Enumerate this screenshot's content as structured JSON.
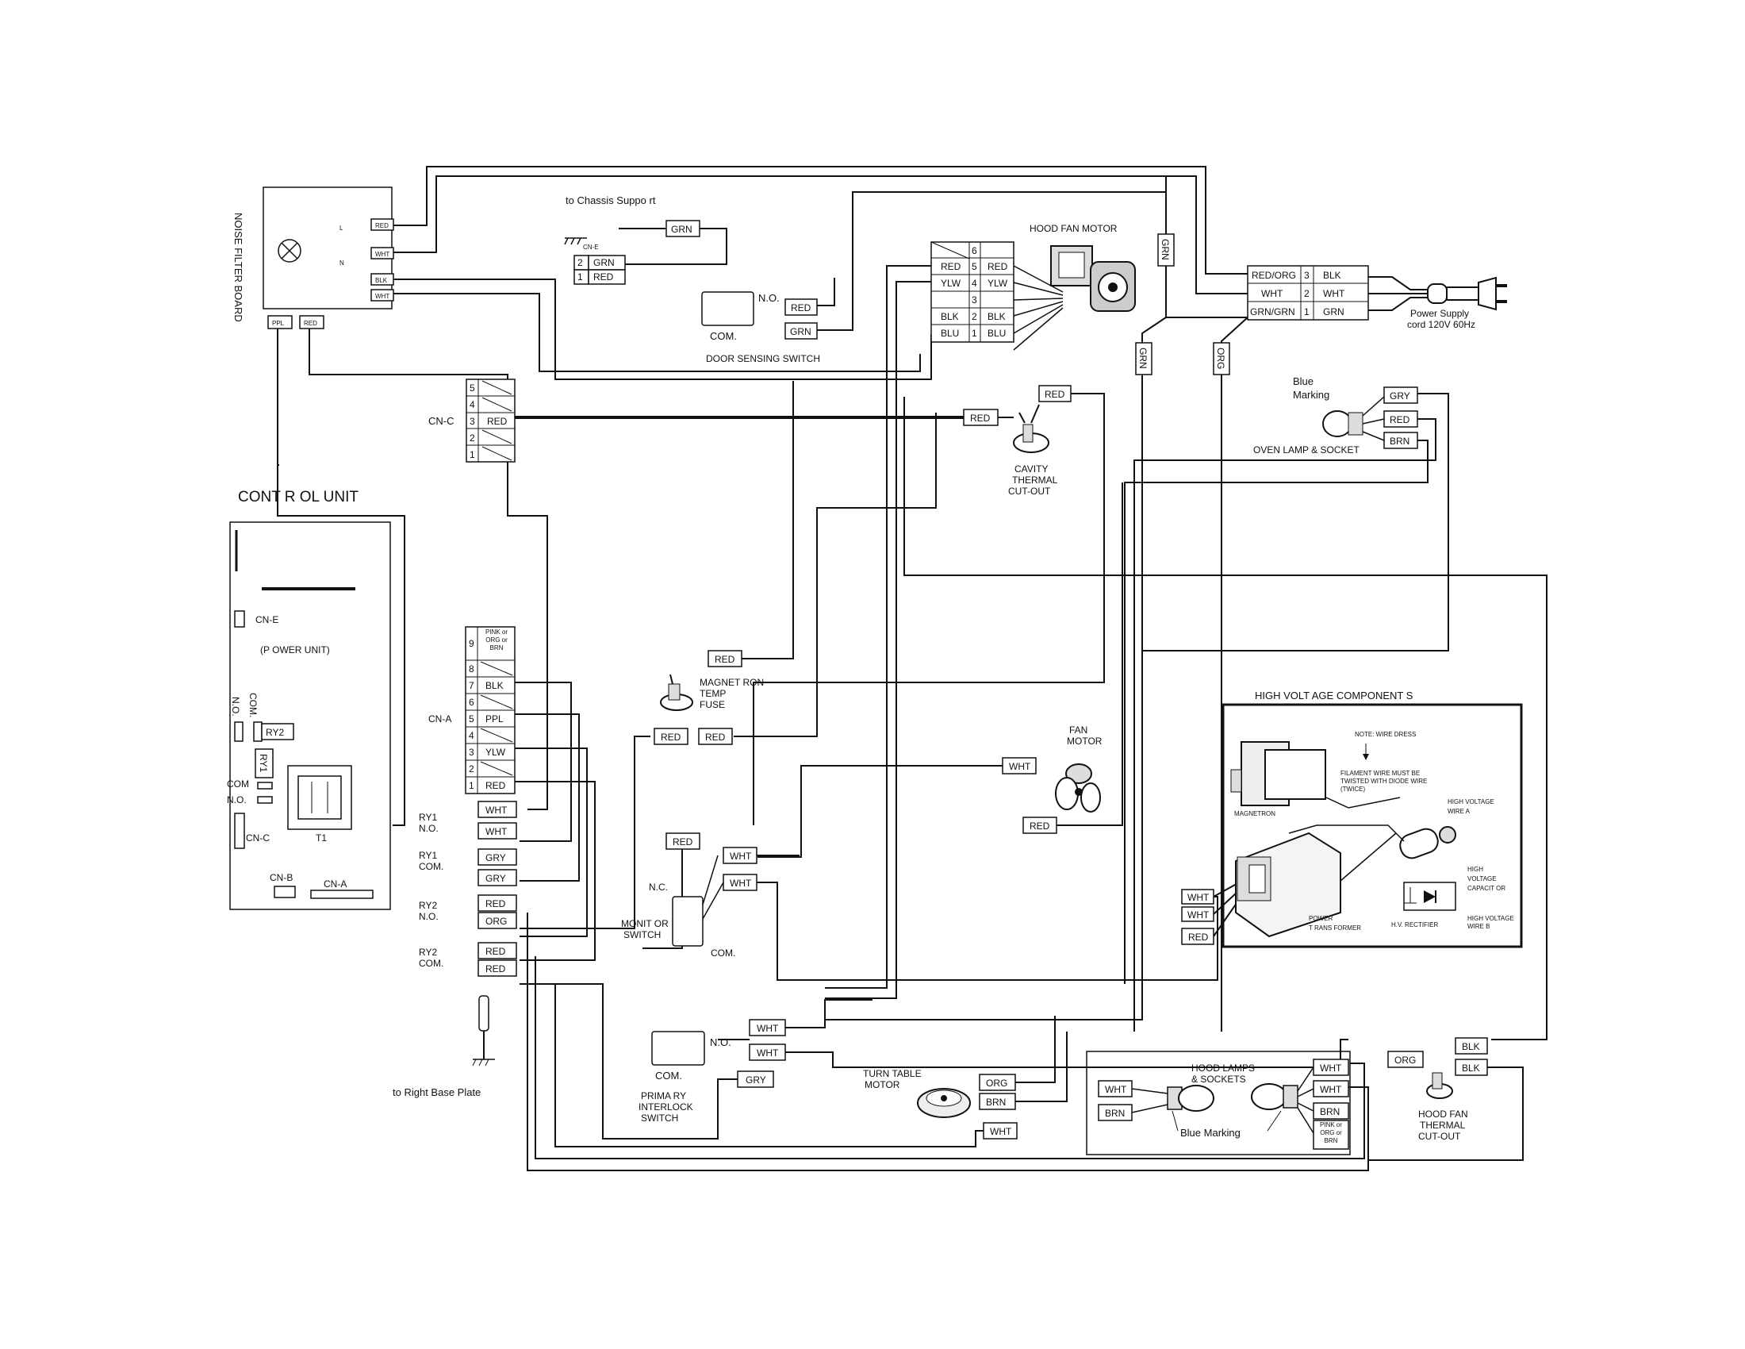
{
  "noise_filter_board": {
    "title": "NOISE FILTER BOARD",
    "pins": {
      "l": "L",
      "n": "N"
    },
    "wires": [
      "RED",
      "WHT",
      "BLK",
      "WHT"
    ],
    "bottom_tags": [
      "PPL",
      "RED"
    ]
  },
  "chassis": {
    "label": "to Chassis Suppo rt",
    "connector": "CN-E",
    "rows": [
      {
        "pin": "2",
        "color": "GRN"
      },
      {
        "pin": "1",
        "color": "RED"
      }
    ],
    "wire": "GRN"
  },
  "door_switch": {
    "label": "DOOR SENSING SWITCH",
    "no": "N.O.",
    "com": "COM.",
    "tags": [
      "RED",
      "GRN"
    ]
  },
  "hood_fan_motor": {
    "label": "HOOD FAN MOTOR",
    "left": [
      "RED",
      "YLW",
      "BLK",
      "BLU"
    ],
    "pins": [
      "6",
      "5",
      "4",
      "3",
      "2",
      "1"
    ],
    "right": [
      "RED",
      "YLW",
      "BLK",
      "BLU"
    ]
  },
  "power_supply": {
    "left": [
      "RED/ORG",
      "WHT",
      "GRN/GRN"
    ],
    "pins": [
      "3",
      "2",
      "1"
    ],
    "right": [
      "BLK",
      "WHT",
      "GRN"
    ],
    "label1": "Power Supply",
    "label2": "cord 120V 60Hz",
    "grn_tags": [
      "GRN",
      "GRN"
    ],
    "org_tag": "ORG"
  },
  "cn_c": {
    "label": "CN-C",
    "pins": [
      "5",
      "4",
      "3",
      "2",
      "1"
    ],
    "wire": "RED"
  },
  "cavity_cutout": {
    "lines": [
      "CAVITY",
      "THERMAL",
      "CUT-OUT"
    ],
    "tags": [
      "RED",
      "RED"
    ]
  },
  "oven_lamp": {
    "marking1": "Blue",
    "marking2": "Marking",
    "label": "OVEN LAMP & SOCKET",
    "tags": [
      "GRY",
      "RED",
      "BRN"
    ]
  },
  "control_unit": {
    "title": "CONT R OL UNIT",
    "cn_e": "CN-E",
    "power_unit": "(P OWER UNIT)",
    "com_a": "COM.",
    "no_a": "N.O.",
    "ry2": "RY2",
    "ry1": "RY1",
    "com_b": "COM",
    "no_b": "N.O.",
    "cn_c": "CN-C",
    "t1": "T1",
    "cn_b": "CN-B",
    "cn_a": "CN-A"
  },
  "cn_a": {
    "label": "CN-A",
    "pins": [
      "9",
      "8",
      "7",
      "6",
      "5",
      "4",
      "3",
      "2",
      "1"
    ],
    "colors": [
      "PINK or ORG or BRN",
      "",
      "BLK",
      "",
      "PPL",
      "",
      "YLW",
      "",
      "RED"
    ]
  },
  "relays": [
    {
      "label1": "RY1",
      "label2": "N.O.",
      "tags": [
        "WHT",
        "WHT"
      ]
    },
    {
      "label1": "RY1",
      "label2": "COM.",
      "tags": [
        "GRY",
        "GRY"
      ]
    },
    {
      "label1": "RY2",
      "label2": "N.O.",
      "tags": [
        "RED",
        "ORG"
      ]
    },
    {
      "label1": "RY2",
      "label2": "COM.",
      "tags": [
        "RED",
        "RED"
      ]
    }
  ],
  "right_base_plate": "to Right Base Plate",
  "magnetron_fuse": {
    "lines": [
      "MAGNET RON",
      "TEMP",
      "FUSE"
    ],
    "tags": [
      "RED",
      "RED",
      "RED"
    ]
  },
  "fan_motor": {
    "lines": [
      "FAN",
      "MOTOR"
    ],
    "tags": [
      "WHT",
      "RED"
    ]
  },
  "monitor_switch": {
    "lines": [
      "MONIT OR",
      "SWITCH"
    ],
    "nc": "N.C.",
    "com": "COM.",
    "tags": [
      "RED",
      "WHT",
      "WHT"
    ]
  },
  "primary_switch": {
    "lines": [
      "PRIMA RY",
      "INTERLOCK",
      "SWITCH"
    ],
    "no": "N.O.",
    "com": "COM.",
    "tags": [
      "WHT",
      "WHT",
      "GRY"
    ]
  },
  "turntable_motor": {
    "lines": [
      "TURN TABLE",
      "MOTOR"
    ],
    "tags": [
      "ORG",
      "BRN",
      "WHT"
    ]
  },
  "hood_lamps": {
    "lines": [
      "HOOD LAMPS",
      "& SOCKETS"
    ],
    "blue_marking": "Blue Marking",
    "left_tags": [
      "WHT",
      "BRN"
    ],
    "right_tags": [
      "WHT",
      "WHT",
      "BRN",
      "PINK or ORG or BRN"
    ]
  },
  "hood_fan_cutout": {
    "lines": [
      "HOOD FAN",
      "THERMAL",
      "CUT-OUT"
    ],
    "tags": [
      "ORG",
      "BLK",
      "BLK"
    ]
  },
  "hv": {
    "title": "HIGH VOLT AGE COMPONENT S",
    "note": "NOTE: WIRE DRESS",
    "filament1": "FILAMENT WIRE MUST BE",
    "filament2": "TWISTED WITH DIODE WIRE",
    "filament3": "(TWICE)",
    "magnetron": "MAGNETRON",
    "wire_a1": "HIGH VOLTAGE",
    "wire_a2": "WIRE A",
    "capacitor1": "HIGH",
    "capacitor2": "VOLTAGE",
    "capacitor3": "CAPACIT OR",
    "transformer1": "POWER",
    "transformer2": "T RANS FORMER",
    "rectifier": "H.V. RECTIFIER",
    "wire_b1": "HIGH VOLTAGE",
    "wire_b2": "WIRE B",
    "tags": [
      "WHT",
      "WHT",
      "RED"
    ]
  }
}
